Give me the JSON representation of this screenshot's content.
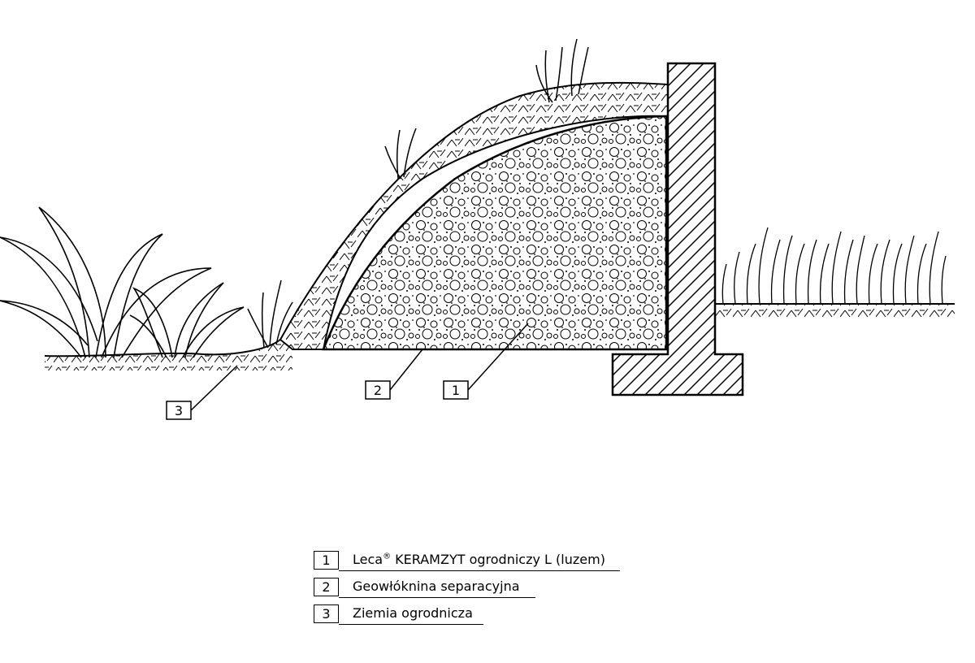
{
  "callouts": [
    {
      "number": "3"
    },
    {
      "number": "2"
    },
    {
      "number": "1"
    }
  ],
  "legend": [
    {
      "number": "1",
      "label": "Leca",
      "mark": "®",
      "label_rest": " KERAMZYT ogrodniczy L (luzem)"
    },
    {
      "number": "2",
      "label": "Geowłóknina separacyjna"
    },
    {
      "number": "3",
      "label": "Ziemia ogrodnicza"
    }
  ],
  "colors": {
    "line": "#000000",
    "background": "#ffffff"
  }
}
